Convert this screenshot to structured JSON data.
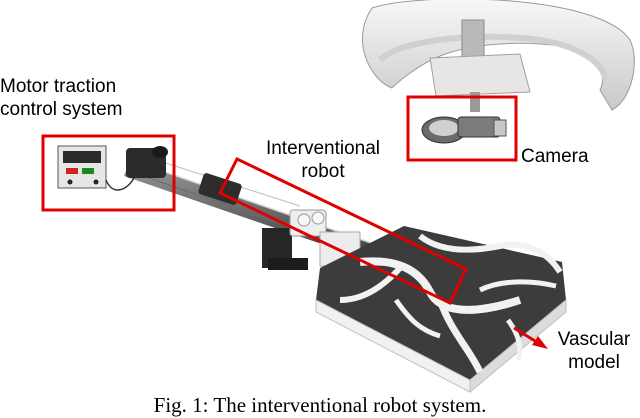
{
  "figure": {
    "labels": {
      "motor_traction": [
        "Motor traction",
        "control system"
      ],
      "interventional_robot": [
        "Interventional",
        "robot"
      ],
      "camera": "Camera",
      "vascular_model": [
        "Vascular",
        "model"
      ]
    },
    "caption": "Fig. 1: The interventional robot system.",
    "colors": {
      "highlight_box": "#e00000",
      "arrow": "#e00000",
      "vascular_tiles": "#3c3c3c",
      "vessel": "#f2f2f2"
    }
  }
}
